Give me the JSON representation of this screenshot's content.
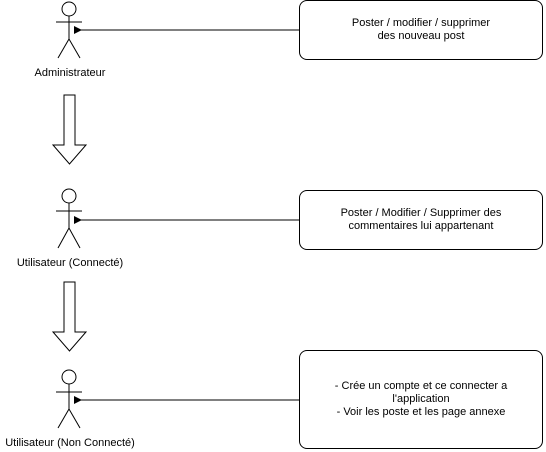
{
  "actors": [
    {
      "label": "Administrateur"
    },
    {
      "label": "Utilisateur (Connecté)"
    },
    {
      "label": "Utilisateur (Non Connecté)"
    }
  ],
  "boxes": [
    {
      "lines": [
        "Poster / modifier / supprimer",
        "des nouveau post"
      ]
    },
    {
      "lines": [
        "Poster / Modifier / Supprimer des",
        "commentaires lui appartenant"
      ]
    },
    {
      "lines": [
        "- Crée un compte et ce connecter a",
        "l'application",
        "- Voir les poste et les page annexe"
      ]
    }
  ],
  "colors": {
    "stroke": "#000000",
    "fill": "#ffffff"
  }
}
